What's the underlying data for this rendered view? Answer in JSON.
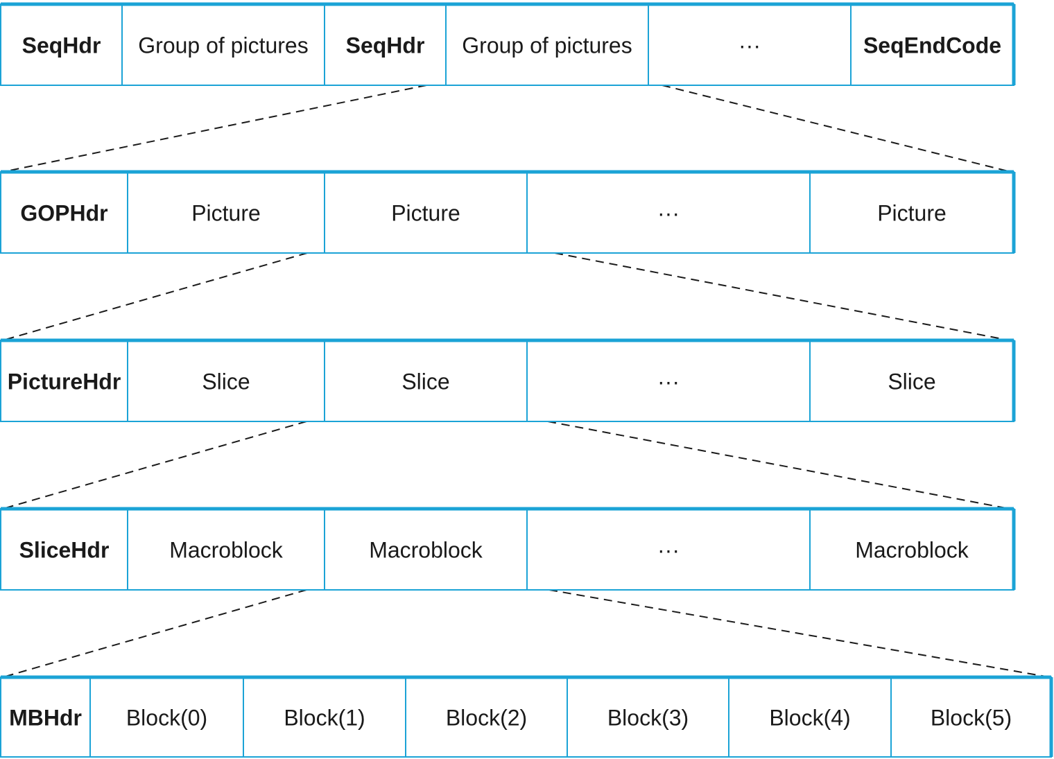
{
  "colors": {
    "box_border": "#1ba3d6",
    "text": "#1a1a1a",
    "connector": "#1a1a1a"
  },
  "rows": [
    {
      "id": "sequence",
      "cells": [
        {
          "label": "SeqHdr",
          "bold": true
        },
        {
          "label": "Group of pictures",
          "bold": false
        },
        {
          "label": "SeqHdr",
          "bold": true
        },
        {
          "label": "Group of pictures",
          "bold": false
        },
        {
          "label": "···",
          "bold": false
        },
        {
          "label": "SeqEndCode",
          "bold": true
        }
      ]
    },
    {
      "id": "gop",
      "cells": [
        {
          "label": "GOPHdr",
          "bold": true
        },
        {
          "label": "Picture",
          "bold": false
        },
        {
          "label": "Picture",
          "bold": false
        },
        {
          "label": "···",
          "bold": false
        },
        {
          "label": "Picture",
          "bold": false
        }
      ]
    },
    {
      "id": "picture",
      "cells": [
        {
          "label": "PictureHdr",
          "bold": true
        },
        {
          "label": "Slice",
          "bold": false
        },
        {
          "label": "Slice",
          "bold": false
        },
        {
          "label": "···",
          "bold": false
        },
        {
          "label": "Slice",
          "bold": false
        }
      ]
    },
    {
      "id": "slice",
      "cells": [
        {
          "label": "SliceHdr",
          "bold": true
        },
        {
          "label": "Macroblock",
          "bold": false
        },
        {
          "label": "Macroblock",
          "bold": false
        },
        {
          "label": "···",
          "bold": false
        },
        {
          "label": "Macroblock",
          "bold": false
        }
      ]
    },
    {
      "id": "macroblock",
      "cells": [
        {
          "label": "MBHdr",
          "bold": true
        },
        {
          "label": "Block(0)",
          "bold": false
        },
        {
          "label": "Block(1)",
          "bold": false
        },
        {
          "label": "Block(2)",
          "bold": false
        },
        {
          "label": "Block(3)",
          "bold": false
        },
        {
          "label": "Block(4)",
          "bold": false
        },
        {
          "label": "Block(5)",
          "bold": false
        }
      ]
    }
  ]
}
